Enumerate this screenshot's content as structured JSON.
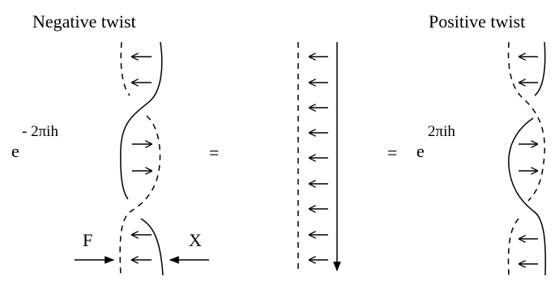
{
  "labels": {
    "negative_title": "Negative twist",
    "positive_title": "Positive twist",
    "left_base": "e",
    "left_exponent": "- 2πih",
    "right_base": "e",
    "right_exponent": "2πih",
    "equals_left": "=",
    "equals_right": "=",
    "f_label": "F",
    "x_label": "X"
  }
}
